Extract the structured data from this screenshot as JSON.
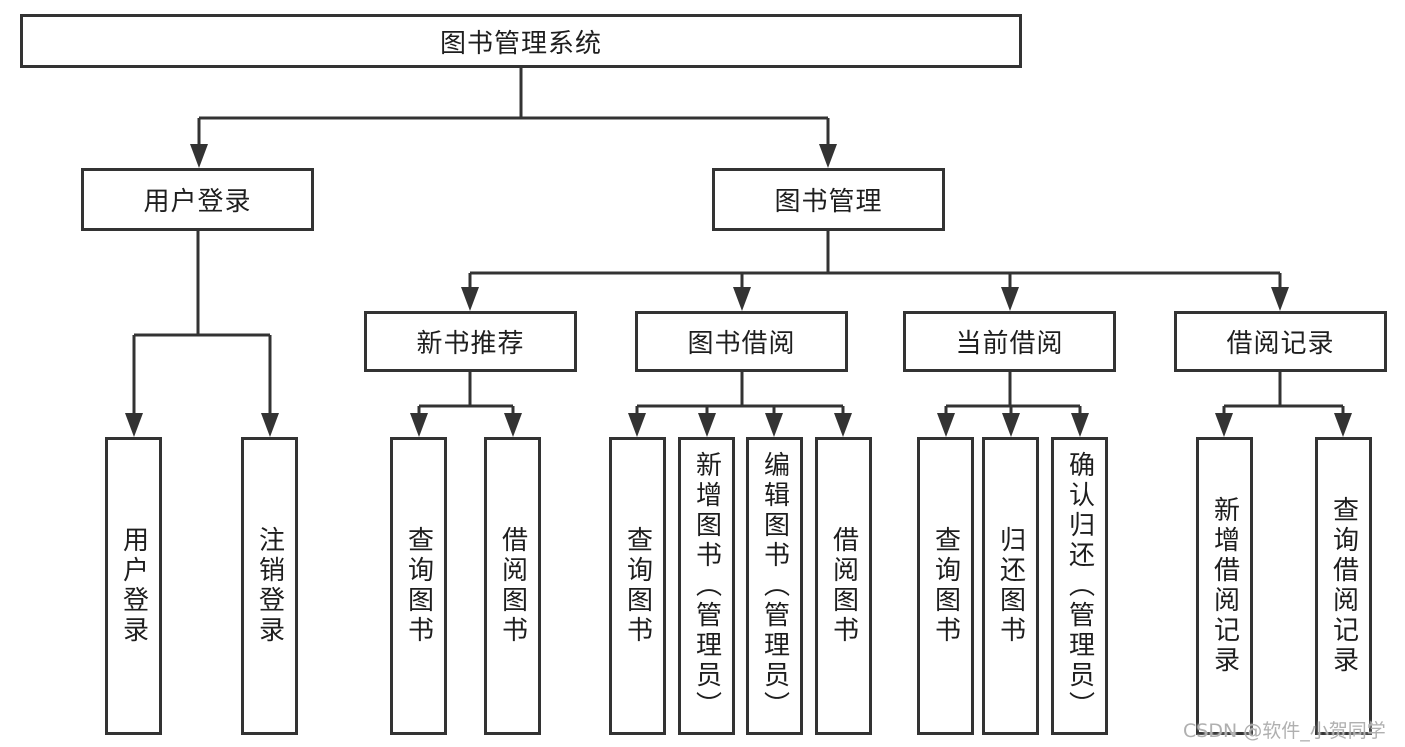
{
  "nodes": {
    "root": "图书管理系统",
    "user_login": "用户登录",
    "book_management": "图书管理",
    "new_book_recommend": "新书推荐",
    "book_borrow": "图书借阅",
    "current_borrow": "当前借阅",
    "borrow_records": "借阅记录",
    "leaf_user_login": "用户登录",
    "leaf_logout": "注销登录",
    "leaf_query_book_recommend": "查询图书",
    "leaf_borrow_book_recommend": "借阅图书",
    "leaf_query_book_borrow": "查询图书",
    "leaf_add_book_admin": "新增图书（管理员）",
    "leaf_edit_book_admin": "编辑图书（管理员）",
    "leaf_borrow_book_borrow": "借阅图书",
    "leaf_query_book_current": "查询图书",
    "leaf_return_book": "归还图书",
    "leaf_confirm_return_admin": "确认归还（管理员）",
    "leaf_add_borrow_record": "新增借阅记录",
    "leaf_query_borrow_record": "查询借阅记录"
  },
  "hierarchy": {
    "图书管理系统": [
      "用户登录",
      "图书管理"
    ],
    "用户登录": [
      "用户登录",
      "注销登录"
    ],
    "图书管理": [
      "新书推荐",
      "图书借阅",
      "当前借阅",
      "借阅记录"
    ],
    "新书推荐": [
      "查询图书",
      "借阅图书"
    ],
    "图书借阅": [
      "查询图书",
      "新增图书（管理员）",
      "编辑图书（管理员）",
      "借阅图书"
    ],
    "当前借阅": [
      "查询图书",
      "归还图书",
      "确认归还（管理员）"
    ],
    "借阅记录": [
      "新增借阅记录",
      "查询借阅记录"
    ]
  },
  "watermark": {
    "text": "CSDN @软件_小贺同学"
  },
  "colors": {
    "line": "#333333",
    "box_border": "#333333",
    "box_fill": "#ffffff",
    "text": "#1e1e1e",
    "watermark": "#b0b0b0",
    "background": "#ffffff"
  }
}
